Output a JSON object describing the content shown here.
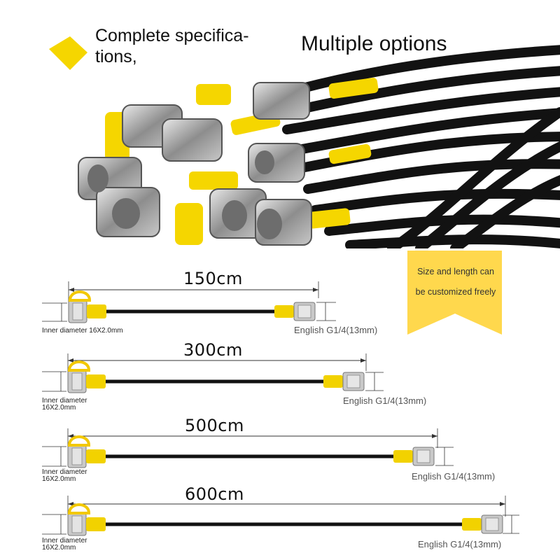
{
  "hero": {
    "title_left": "Complete specifica-\ntions,",
    "title_right": "Multiple options"
  },
  "callout": {
    "line1": "Size and length can",
    "line2": "be customized freely",
    "color": "#ffd84d"
  },
  "colors": {
    "hose": "#111111",
    "sleeve": "#f2d200",
    "fitting": "#a9a9a9",
    "cap": "#f5d400"
  },
  "hoses": [
    {
      "length": "150cm",
      "inner": "Inner diameter 16X2.0mm",
      "thread": "English G1/4(13mm)"
    },
    {
      "length": "300cm",
      "inner": "Inner diameter\n16X2.0mm",
      "thread": "English G1/4(13mm)"
    },
    {
      "length": "500cm",
      "inner": "Inner diameter\n16X2.0mm",
      "thread": "English G1/4(13mm)"
    },
    {
      "length": "600cm",
      "inner": "Inner diameter\n16X2.0mm",
      "thread": "English G1/4(13mm)"
    }
  ]
}
